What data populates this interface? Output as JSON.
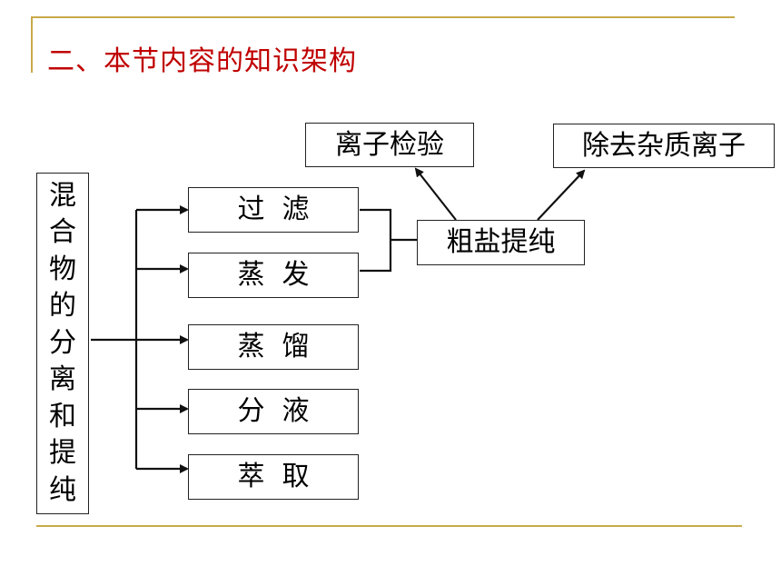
{
  "title": "二、本节内容的知识架构",
  "root": {
    "chars": [
      "混",
      "合",
      "物",
      "的",
      "分",
      "离",
      "和",
      "提",
      "纯"
    ]
  },
  "methods": [
    {
      "label": "过  滤"
    },
    {
      "label": "蒸  发"
    },
    {
      "label": "蒸  馏"
    },
    {
      "label": "分  液"
    },
    {
      "label": "萃  取"
    }
  ],
  "crude_salt": {
    "label": "粗盐提纯"
  },
  "ion_test": {
    "label": "离子检验"
  },
  "remove_ions": {
    "label": "除去杂质离子"
  },
  "colors": {
    "title": "#c00000",
    "rule": "#c8a94a",
    "line": "#111111"
  }
}
